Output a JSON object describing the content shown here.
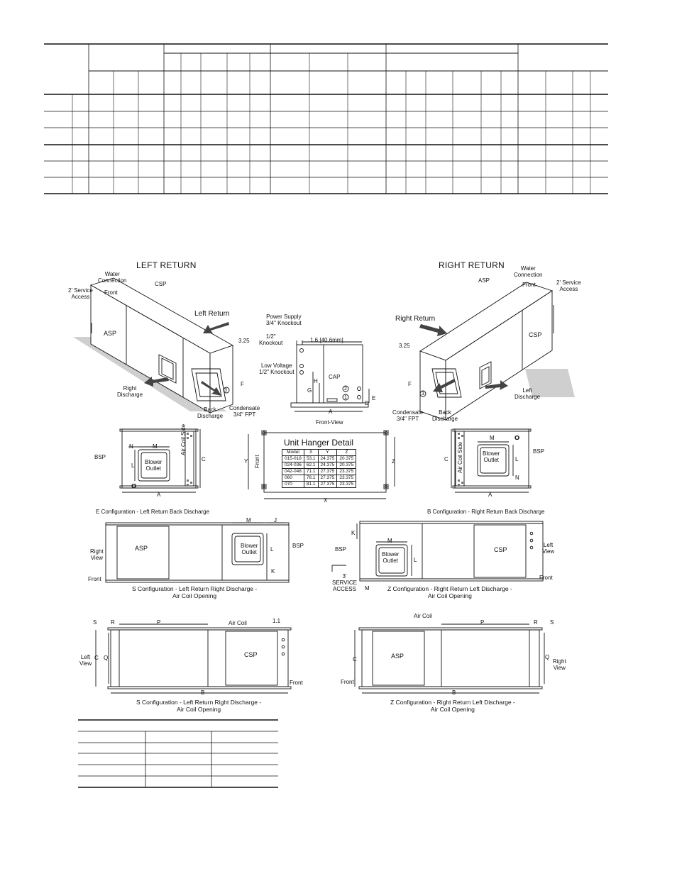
{
  "views": {
    "left_return": "LEFT RETURN",
    "right_return": "RIGHT RETURN"
  },
  "left_iso": {
    "water_connection": "Water\nConnection",
    "front": "Front",
    "csp": "CSP",
    "service_access": "2' Service\nAccess",
    "asp": "ASP",
    "left_return": "Left Return",
    "dim_325": "3.25",
    "right_discharge": "Right\nDischarge",
    "back_discharge": "Back\nDischarge",
    "condensate": "Condensate\n3/4\" FPT",
    "f": "F",
    "circle3": "3"
  },
  "front_view": {
    "power_supply": "Power Supply\n3/4\" Knockout",
    "half_knockout": "1/2\"\nKnockout",
    "low_voltage": "Low Voltage\n1/2\" Knockout",
    "dim_16": "1.6 [40.6mm]",
    "cap": "CAP",
    "g": "G",
    "h": "H",
    "e": "E",
    "d": "D",
    "a": "A",
    "c2": "2",
    "c1": "1",
    "caption": "Front-View"
  },
  "right_iso": {
    "water_connection": "Water\nConnection",
    "asp": "ASP",
    "front": "Front",
    "service_access": "2' Service\nAccess",
    "right_return": "Right Return",
    "csp": "CSP",
    "dim_325": "3.25",
    "f": "F",
    "condensate": "Condensate\n3/4\" FPT",
    "back": "Back\nDischarge",
    "left_discharge": "Left\nDischarge",
    "circle3": "3"
  },
  "e_config": {
    "bsp": "BSP",
    "n": "N",
    "m": "M",
    "l": "L",
    "o": "O",
    "blower": "Blower\nOutlet",
    "air_coil_side": "Air Coil Side",
    "c": "C",
    "a": "A",
    "caption": "E Configuration - Left Return Back Discharge"
  },
  "hanger": {
    "title": "Unit Hanger Detail",
    "front": "Front",
    "y": "Y",
    "z": "Z",
    "x": "X",
    "headers": [
      "Model",
      "X",
      "Y",
      "Z"
    ],
    "rows": [
      [
        "015-018",
        "53.1",
        "24.375",
        "20.375"
      ],
      [
        "024-036",
        "62.1",
        "24.375",
        "20.375"
      ],
      [
        "042-048",
        "71.1",
        "27.375",
        "23.375"
      ],
      [
        "060",
        "76.1",
        "27.375",
        "23.375"
      ],
      [
        "070",
        "81.1",
        "27.375",
        "23.375"
      ]
    ]
  },
  "b_config": {
    "m": "M",
    "o": "O",
    "bsp": "BSP",
    "blower": "Blower\nOutlet",
    "air_coil_side": "Air Coil Side",
    "c": "C",
    "l": "L",
    "n": "N",
    "a": "A",
    "caption": "B Configuration - Right Return Back Discharge"
  },
  "s_config_1": {
    "m": "M",
    "j": "J",
    "right_view": "Right\nView",
    "asp": "ASP",
    "blower": "Blower\nOutlet",
    "l": "L",
    "bsp": "BSP",
    "k": "K",
    "front": "Front",
    "caption": "S Configuration - Left Return Right Discharge -\nAir Coil Opening"
  },
  "z_config_1": {
    "k": "K",
    "bsp": "BSP",
    "m": "M",
    "blower": "Blower\nOutlet",
    "l": "L",
    "csp": "CSP",
    "left_view": "Left\nView",
    "service": "3'\nSERVICE\nACCESS",
    "m2": "M",
    "front": "Front",
    "caption": "Z Configuration - Right Return Left Discharge -\nAir Coil Opening"
  },
  "s_config_2": {
    "s": "S",
    "r": "R",
    "p": "P",
    "air_coil": "Air Coil",
    "dim_11": "1.1",
    "left_view": "Left\nView",
    "c": "C",
    "q": "Q",
    "csp": "CSP",
    "front": "Front",
    "b": "B",
    "caption": "S Configuration - Left Return Right Discharge -\nAir Coil Opening"
  },
  "z_config_2": {
    "air_coil": "Air Coil",
    "p": "P",
    "r": "R",
    "s": "S",
    "c": "C",
    "asp": "ASP",
    "q": "Q",
    "right_view": "Right\nView",
    "front": "Front",
    "b": "B",
    "caption": "Z Configuration - Right Return Left Discharge -\nAir Coil Opening"
  }
}
